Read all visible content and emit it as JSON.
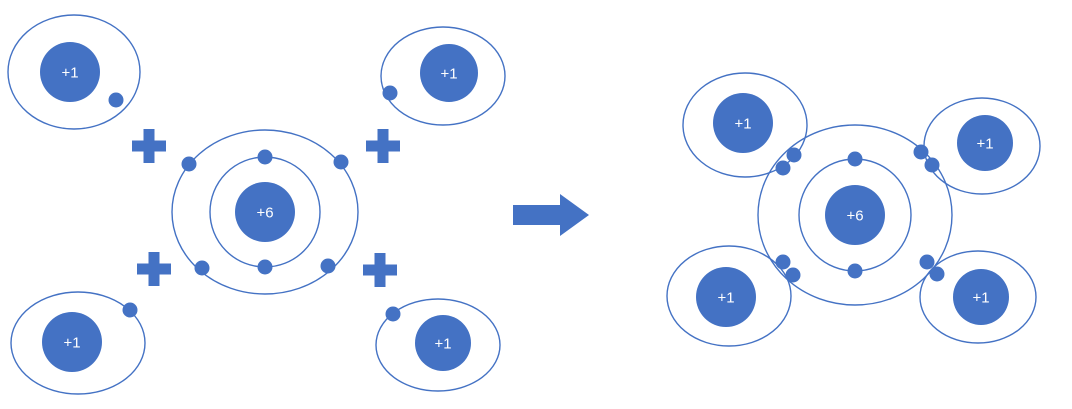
{
  "labels": {
    "hydrogen_nucleus": "+1",
    "carbon_nucleus": "+6",
    "plus_sign": "+"
  },
  "reactants": {
    "hydrogen_count": 4,
    "carbon_count": 1,
    "carbon_inner_electrons": 2,
    "carbon_outer_electrons": 4,
    "hydrogen_electrons_each": 1
  },
  "product": {
    "hydrogen_count": 4,
    "carbon_count": 1,
    "shared_electron_pairs": 4,
    "carbon_inner_electrons": 2
  },
  "icons": {
    "plus": "plus-icon",
    "arrow": "right-arrow-icon",
    "electron": "electron-dot"
  },
  "colors": {
    "primary": "#4472C4",
    "label_text": "#FFFFFF",
    "background": "#FFFFFF"
  }
}
